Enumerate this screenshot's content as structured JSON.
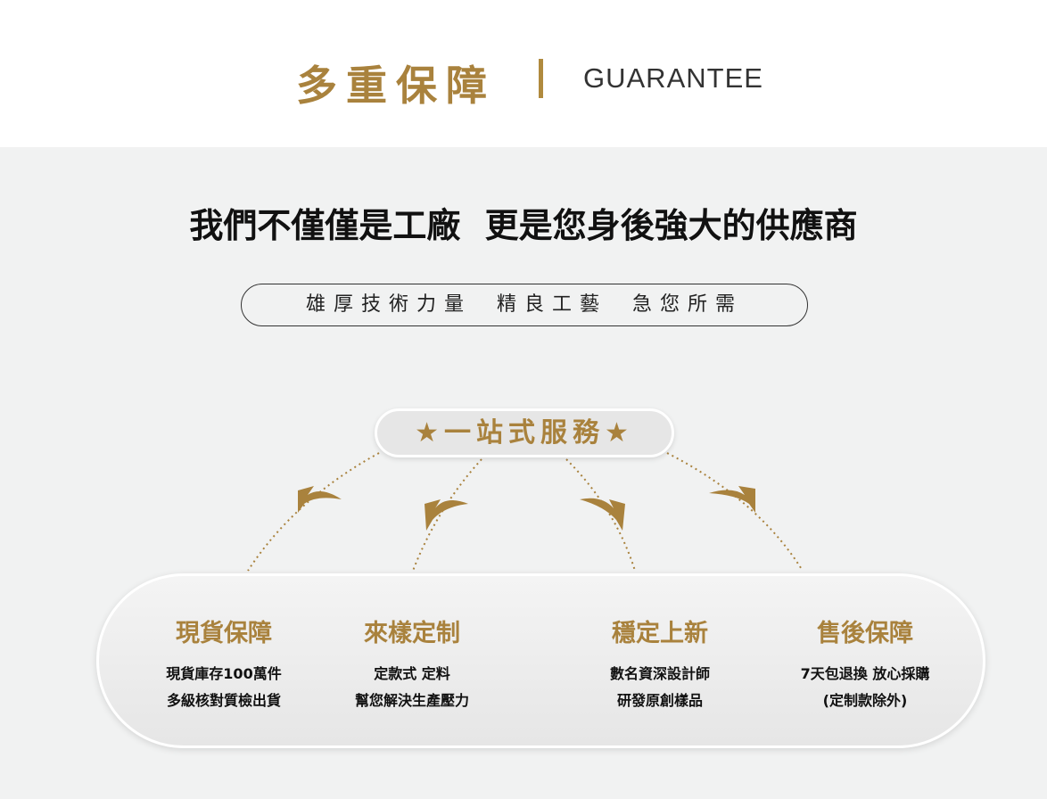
{
  "header": {
    "title_cn": "多重保障",
    "title_en": "GUARANTEE"
  },
  "headline": "我們不僅僅是工廠 更是您身後強大的供應商",
  "slogan": "雄厚技術力量 精良工藝 急您所需",
  "badge": "★一站式服務★",
  "services": [
    {
      "title": "現貨保障",
      "line1": "現貨庫存100萬件",
      "line2": "多級核對質檢出貨"
    },
    {
      "title": "來樣定制",
      "line1": "定款式 定料",
      "line2": "幫您解決生產壓力"
    },
    {
      "title": "穩定上新",
      "line1": "數名資深設計師",
      "line2": "研發原創樣品"
    },
    {
      "title": "售後保障",
      "line1": "7天包退換 放心採購",
      "line2": "(定制款除外)"
    }
  ],
  "colors": {
    "gold": "#b08a3e"
  }
}
